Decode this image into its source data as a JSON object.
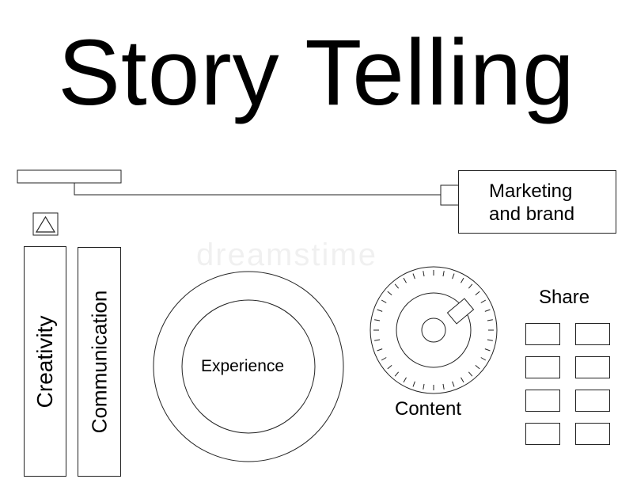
{
  "title": "Story Telling",
  "labels": {
    "marketing_line1": "Marketing",
    "marketing_line2": "and brand",
    "creativity": "Creativity",
    "communication": "Communication",
    "experience": "Experience",
    "content": "Content",
    "share": "Share"
  },
  "watermark": "dreamstime",
  "icons": {
    "triangle": "triangle-icon",
    "dial": "dial-icon"
  }
}
